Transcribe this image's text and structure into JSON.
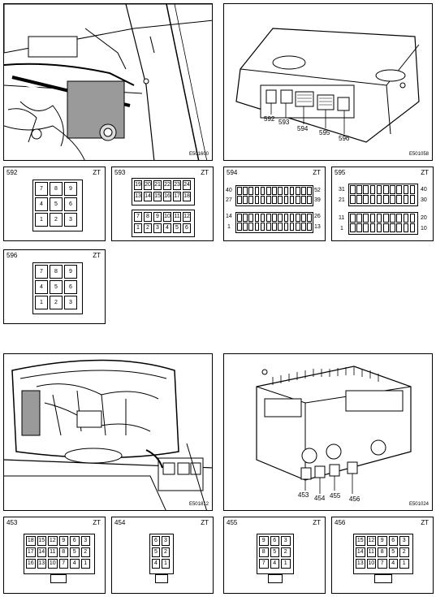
{
  "photos": {
    "top_left": {
      "code": "E501600"
    },
    "top_right": {
      "code": "E501058",
      "callouts": [
        "592",
        "593",
        "594",
        "595",
        "596"
      ]
    },
    "bottom_left": {
      "code": "E501812"
    },
    "bottom_right": {
      "code": "E501024",
      "callouts": [
        "453",
        "454",
        "455",
        "456"
      ]
    }
  },
  "connectors": {
    "c592": {
      "id": "592",
      "zt": "ZT",
      "rows": [
        [
          "7",
          "8",
          "9"
        ],
        [
          "4",
          "5",
          "6"
        ],
        [
          "1",
          "2",
          "3"
        ]
      ]
    },
    "c593": {
      "id": "593",
      "zt": "ZT",
      "upper": [
        [
          "19",
          "20",
          "21",
          "22",
          "23",
          "24"
        ],
        [
          "13",
          "14",
          "15",
          "16",
          "17",
          "18"
        ]
      ],
      "lower": [
        [
          "7",
          "8",
          "9",
          "10",
          "11",
          "12"
        ],
        [
          "1",
          "2",
          "3",
          "4",
          "5",
          "6"
        ]
      ]
    },
    "c594": {
      "id": "594",
      "zt": "ZT",
      "left_labels": [
        "40",
        "27",
        "14",
        "1"
      ],
      "right_labels": [
        "52",
        "39",
        "26",
        "13"
      ]
    },
    "c595": {
      "id": "595",
      "zt": "ZT",
      "left_labels": [
        "31",
        "21",
        "11",
        "1"
      ],
      "right_labels": [
        "40",
        "30",
        "20",
        "10"
      ]
    },
    "c596": {
      "id": "596",
      "zt": "ZT",
      "rows": [
        [
          "7",
          "8",
          "9"
        ],
        [
          "4",
          "5",
          "6"
        ],
        [
          "1",
          "2",
          "3"
        ]
      ]
    },
    "c453": {
      "id": "453",
      "zt": "ZT",
      "rows": [
        [
          "18",
          "15",
          "12",
          "9",
          "6",
          "3"
        ],
        [
          "17",
          "14",
          "11",
          "8",
          "5",
          "2"
        ],
        [
          "16",
          "13",
          "10",
          "7",
          "4",
          "1"
        ]
      ]
    },
    "c454": {
      "id": "454",
      "zt": "ZT",
      "rows": [
        [
          "6",
          "3"
        ],
        [
          "5",
          "2"
        ],
        [
          "4",
          "1"
        ]
      ]
    },
    "c455": {
      "id": "455",
      "zt": "ZT",
      "rows": [
        [
          "9",
          "6",
          "3"
        ],
        [
          "8",
          "5",
          "2"
        ],
        [
          "7",
          "4",
          "1"
        ]
      ]
    },
    "c456": {
      "id": "456",
      "zt": "ZT",
      "rows": [
        [
          "15",
          "12",
          "9",
          "6",
          "3"
        ],
        [
          "14",
          "11",
          "8",
          "5",
          "2"
        ],
        [
          "13",
          "10",
          "7",
          "4",
          "1"
        ]
      ]
    }
  }
}
